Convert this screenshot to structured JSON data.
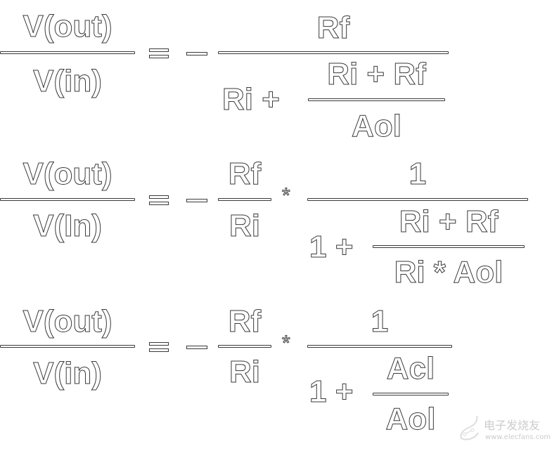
{
  "equations": [
    {
      "lhs_num": "V(out)",
      "lhs_den": "V(in)",
      "rhs_num": "Rf",
      "rhs_den_prefix": "Ri +",
      "inner_num": "Ri + Rf",
      "inner_den": "Aol"
    },
    {
      "lhs_num": "V(out)",
      "lhs_den": "V(In)",
      "f1_num": "Rf",
      "f1_den": "Ri",
      "times": "*",
      "f2_num": "1",
      "f2_den_prefix": "1 +",
      "inner_num": "Ri + Rf",
      "inner_den": "Ri * Aol"
    },
    {
      "lhs_num": "V(out)",
      "lhs_den": "V(in)",
      "f1_num": "Rf",
      "f1_den": "Ri",
      "times": "*",
      "f2_num": "1",
      "f2_den_prefix": "1 +",
      "inner_num": "Acl",
      "inner_den": "Aol"
    }
  ],
  "watermark": {
    "name": "电子发烧友",
    "url": "www.elecfans.com"
  }
}
